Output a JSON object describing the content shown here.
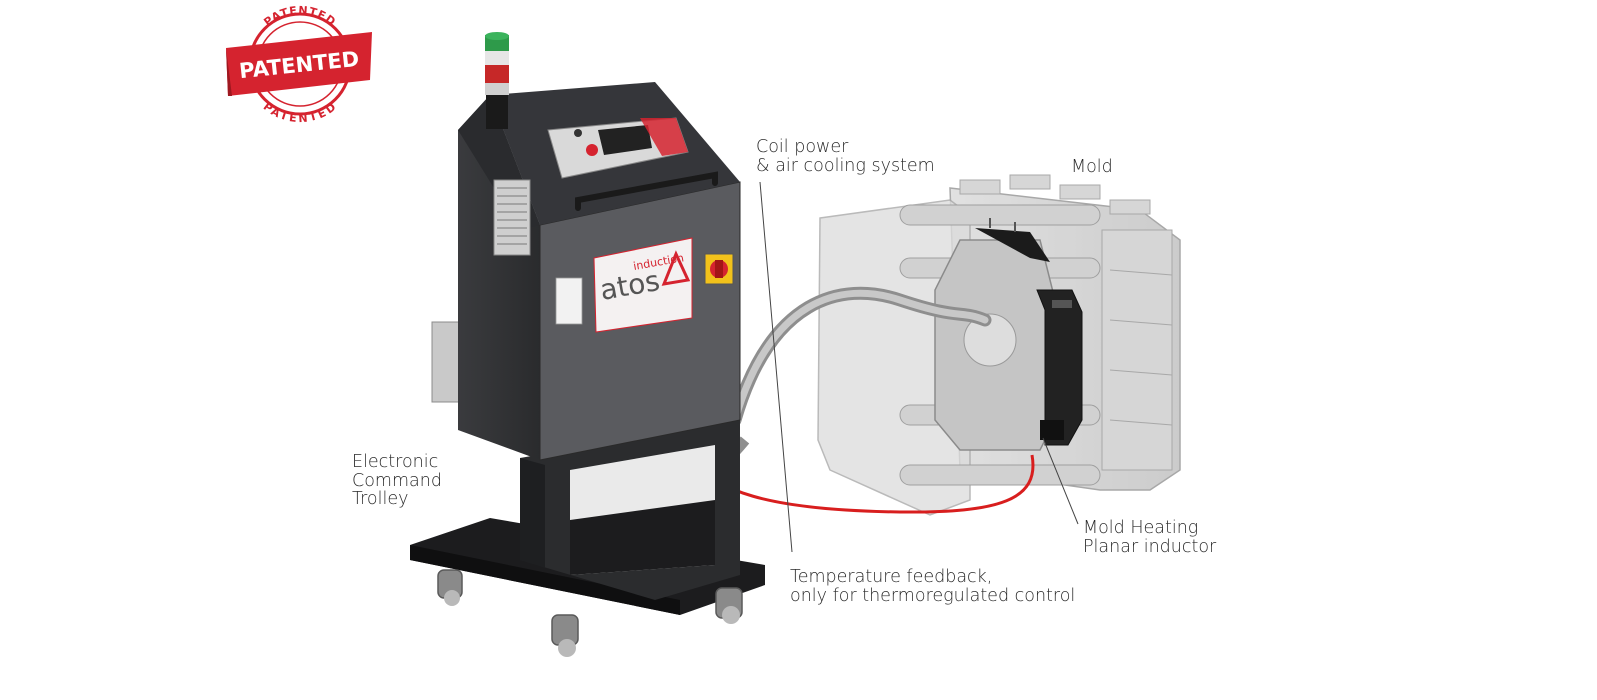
{
  "badge": {
    "text": "PATENTED",
    "ring_top": "PATENTED",
    "ring_bottom": "PATENTED",
    "color": "#d5232f"
  },
  "brand": {
    "name": "atos",
    "sub": "induction",
    "accent": "#d5232f"
  },
  "labels": {
    "coil": [
      "Coil power",
      "& air cooling system"
    ],
    "mold": "Mold",
    "trolley": [
      "Electronic",
      "Command",
      "Trolley"
    ],
    "temperature": [
      "Temperature feedback,",
      "only for thermoregulated control"
    ],
    "inductor": [
      "Mold Heating",
      "Planar inductor"
    ]
  },
  "colors": {
    "cabinet": "#2f3033",
    "cabinet_front": "#5a5b5f",
    "frame": "#1f1f21",
    "cable": "#9a9a9a",
    "feedback_wire": "#d81e1e",
    "mold": "#c8c8c8",
    "beacon_green": "#2e9a4a",
    "beacon_red": "#c62828"
  }
}
